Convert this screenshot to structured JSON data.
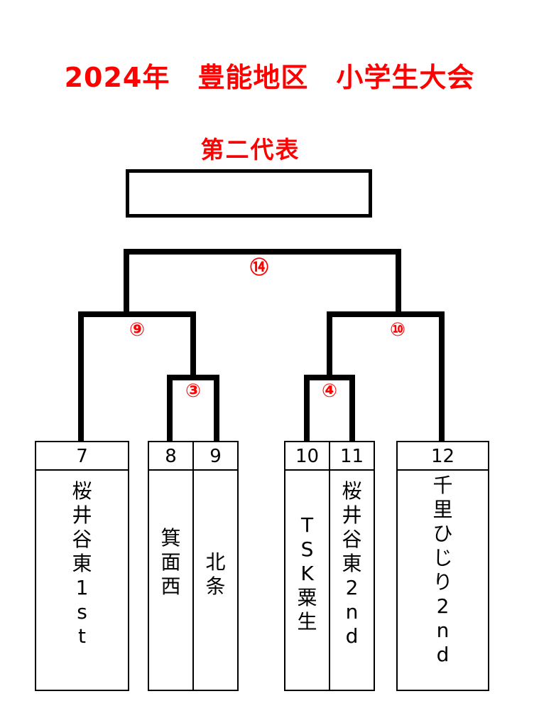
{
  "title": "2024年　豊能地区　小学生大会",
  "subtitle": "第二代表",
  "winner": "",
  "matches": {
    "m3": "③",
    "m4": "④",
    "m9": "⑨",
    "m10": "⑩",
    "m14": "⑭"
  },
  "teams": [
    {
      "seed": "7",
      "chars": [
        "桜",
        "井",
        "谷",
        "東",
        "1",
        "s",
        "t"
      ]
    },
    {
      "seed": "8",
      "chars": [
        "箕",
        "面",
        "西"
      ]
    },
    {
      "seed": "9",
      "chars": [
        "北",
        "条"
      ]
    },
    {
      "seed": "10",
      "chars": [
        "T",
        "S",
        "K",
        "粟",
        "生"
      ]
    },
    {
      "seed": "11",
      "chars": [
        "桜",
        "井",
        "谷",
        "東",
        "2",
        "n",
        "d"
      ]
    },
    {
      "seed": "12",
      "chars": [
        "千",
        "里",
        "ひ",
        "じ",
        "り",
        "2",
        "n",
        "d"
      ]
    }
  ],
  "colors": {
    "accent": "#ff0000",
    "line": "#000000"
  }
}
